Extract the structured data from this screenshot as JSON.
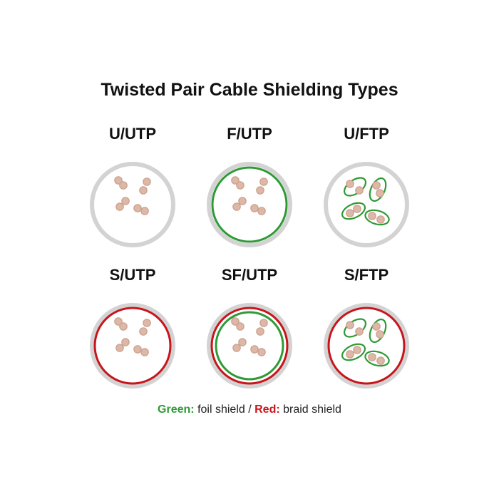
{
  "title": "Twisted Pair Cable Shielding Types",
  "colors": {
    "jacket": "#d3d3d3",
    "inner": "#ffffff",
    "conductor_fill": "#ddb8a7",
    "conductor_stroke": "#c99f8d",
    "foil": "#2e9a35",
    "braid": "#c8151b"
  },
  "cables": [
    {
      "label": "U/UTP",
      "braid": false,
      "foil": false,
      "pair_foil": false
    },
    {
      "label": "F/UTP",
      "braid": false,
      "foil": true,
      "pair_foil": false
    },
    {
      "label": "U/FTP",
      "braid": false,
      "foil": false,
      "pair_foil": true
    },
    {
      "label": "S/UTP",
      "braid": true,
      "foil": false,
      "pair_foil": false
    },
    {
      "label": "SF/UTP",
      "braid": true,
      "foil": true,
      "pair_foil": false
    },
    {
      "label": "S/FTP",
      "braid": true,
      "foil": false,
      "pair_foil": true
    }
  ],
  "legend": {
    "green_label": "Green:",
    "green_text": " foil shield / ",
    "red_label": "Red:",
    "red_text": " braid shield"
  }
}
